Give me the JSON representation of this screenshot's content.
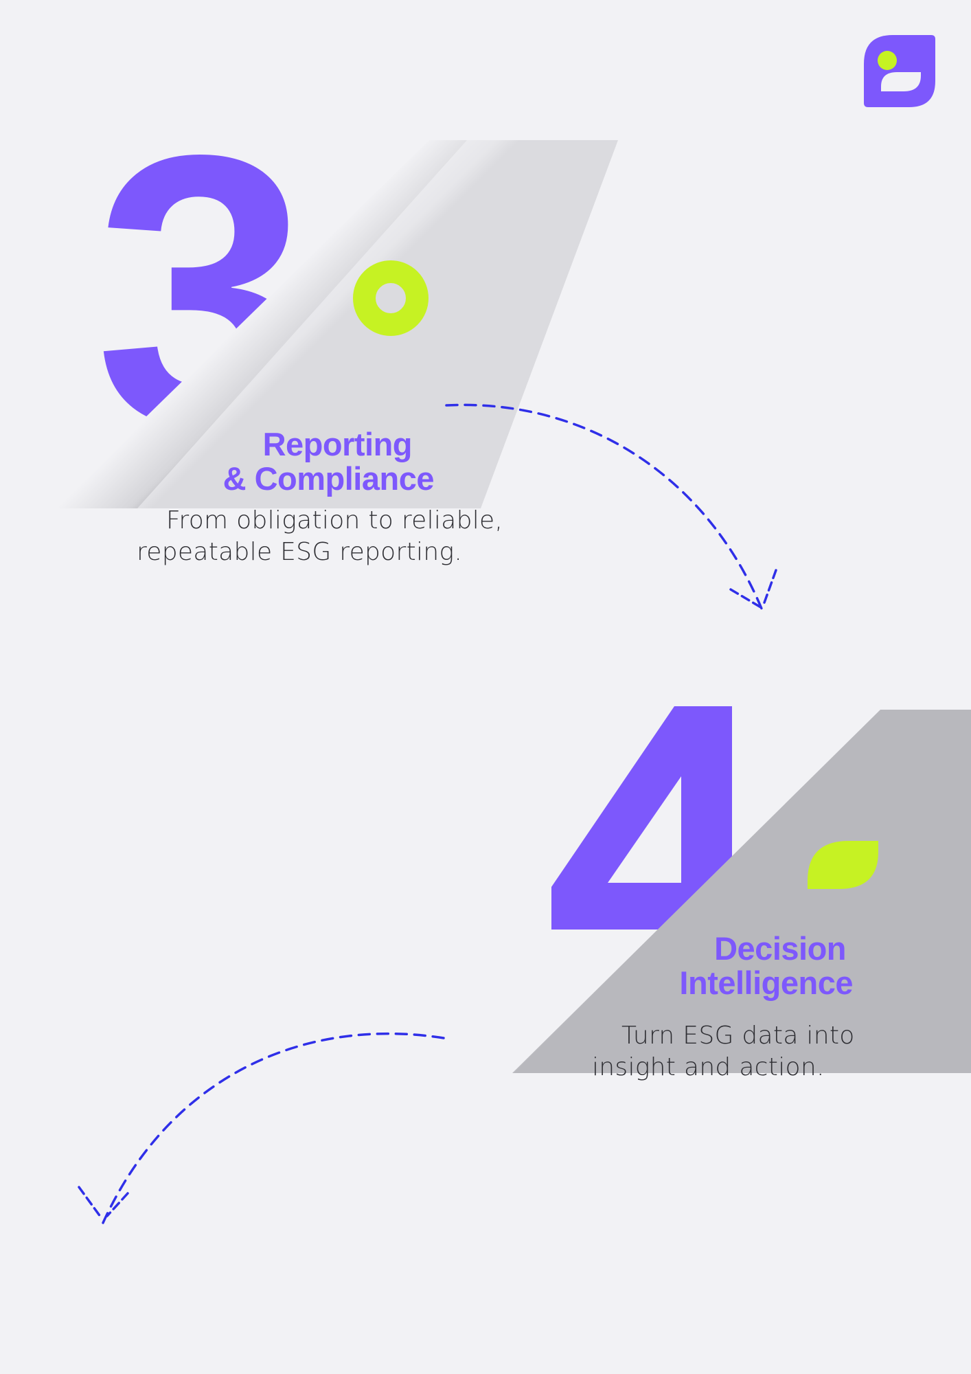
{
  "colors": {
    "background": "#f2f2f5",
    "brand_purple": "#7d58fc",
    "accent_lime": "#c6f223",
    "arrow_blue": "#2f2fe8",
    "text_dark": "#2e2e33"
  },
  "logo": {
    "icon": "leaf-dot-logo-icon"
  },
  "step3": {
    "number": "3",
    "icon": "ring-icon",
    "title_line1": "Reporting",
    "title_line2": "& Compliance",
    "desc_line1": "From obligation to reliable,",
    "desc_line2": "repeatable ESG reporting."
  },
  "step4": {
    "number": "4",
    "icon": "leaf-icon",
    "title_line1": "Decision",
    "title_line2": "Intelligence",
    "desc_line1": "Turn ESG data into",
    "desc_line2": "insight and action."
  }
}
